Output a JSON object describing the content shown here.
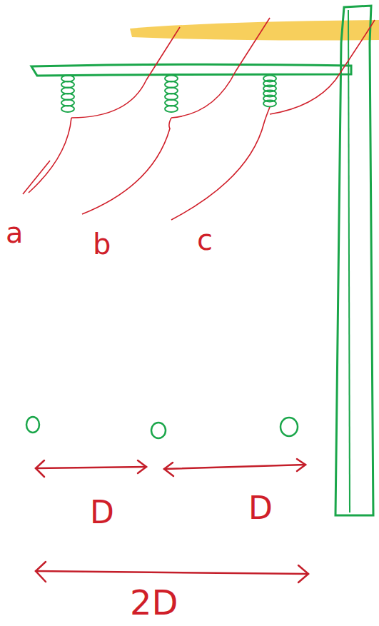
{
  "diagram": {
    "labels": [
      "a",
      "b",
      "c",
      "D",
      "D",
      "2D"
    ]
  }
}
